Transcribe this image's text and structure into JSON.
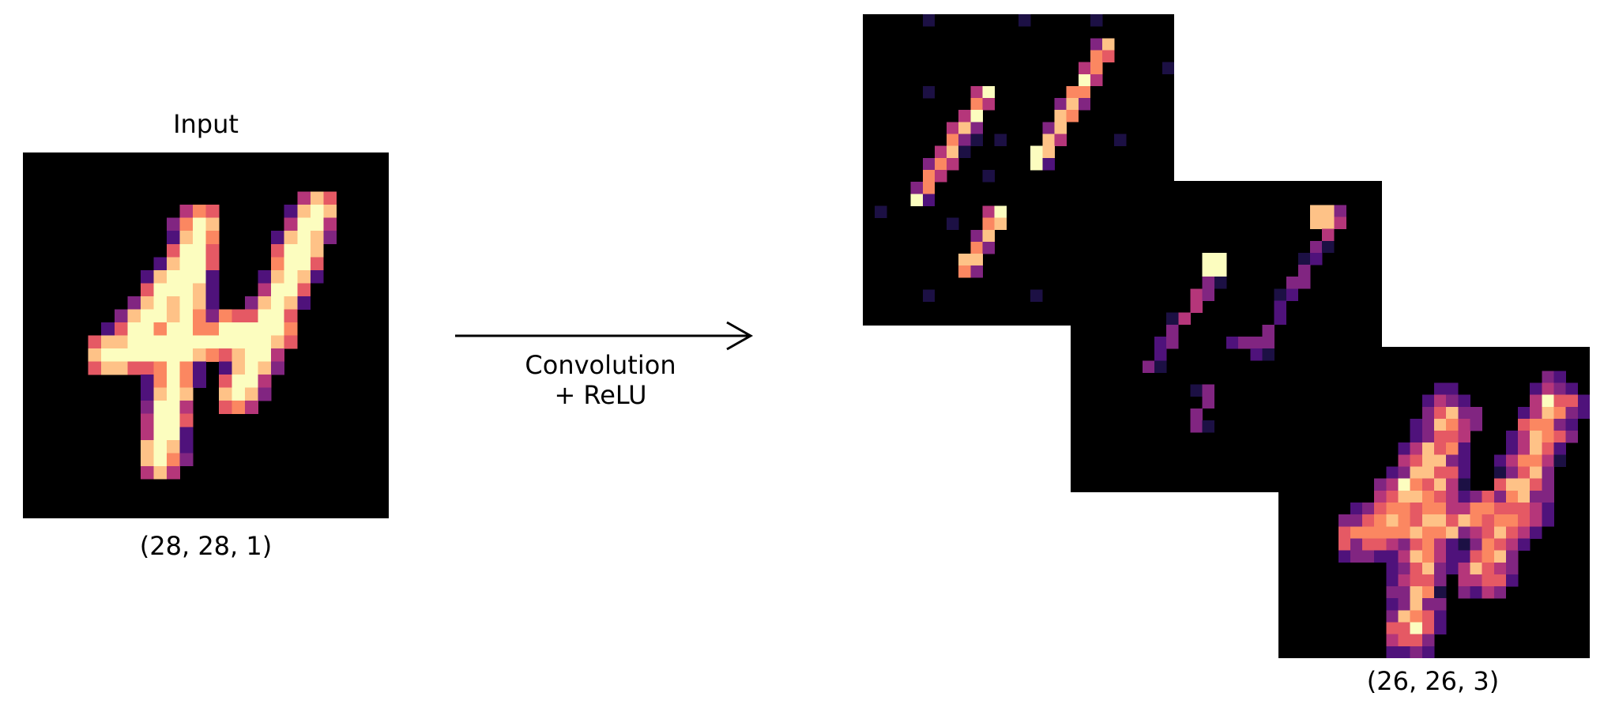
{
  "input": {
    "title": "Input",
    "shape_label": "(28, 28, 1)"
  },
  "operation": {
    "line1": "Convolution",
    "line2": "+ ReLU"
  },
  "output": {
    "shape_label": "(26, 26, 3)"
  },
  "colormap": [
    "#000004",
    "#1c1044",
    "#4f127b",
    "#812581",
    "#b5367a",
    "#e55964",
    "#fb8761",
    "#fec287",
    "#fcfdbf"
  ]
}
